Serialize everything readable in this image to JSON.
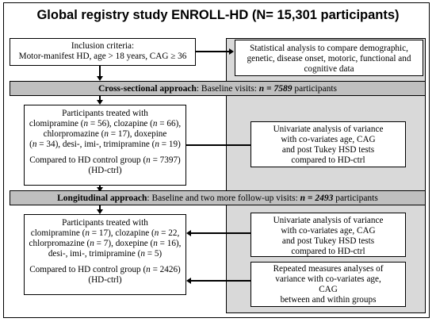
{
  "title": "Global registry study ENROLL-HD (N= 15,301 participants)",
  "inclusion": {
    "line1": "Inclusion criteria:",
    "line2": "Motor-manifest HD, age > 18 years, CAG ≥ 36"
  },
  "statistical": {
    "line1": "Statistical analysis to compare demographic,",
    "line2": "genetic, disease onset, motoric, functional and",
    "line3": "cognitive data"
  },
  "cross_sectional": {
    "band_label": "Cross-sectional approach",
    "band_text": ": Baseline visits: ",
    "band_n": "n = 7589",
    "band_suffix": " participants",
    "participants": {
      "l1": "Participants treated with",
      "l2a": "clomipramine (",
      "l2b": "n",
      "l2c": " = 56), clozapine (",
      "l2d": "n",
      "l2e": " = 66),",
      "l3a": "chlorpromazine (",
      "l3b": "n",
      "l3c": " = 17), doxepine",
      "l4a": "(",
      "l4b": "n",
      "l4c": " = 34), desi-, imi-, trimipramine (",
      "l4d": "n",
      "l4e": " = 19)",
      "l5a": "Compared to HD control group (",
      "l5b": "n",
      "l5c": " = 7397)",
      "l6": "(HD-ctrl)"
    },
    "univariate": {
      "l1": "Univariate analysis of variance",
      "l2": "with co-variates age, CAG",
      "l3": "and post Tukey HSD tests",
      "l4": "compared to HD-ctrl"
    }
  },
  "longitudinal": {
    "band_label": "Longitudinal approach",
    "band_text": ": Baseline and two more follow-up visits: ",
    "band_n": "n = 2493",
    "band_suffix": " participants",
    "participants": {
      "l1": "Participants treated with",
      "l2a": "clomipramine (",
      "l2b": "n",
      "l2c": " = 17), clozapine (",
      "l2d": "n",
      "l2e": " = 22,",
      "l3a": "chlorpromazine (",
      "l3b": "n",
      "l3c": " = 7), doxepine (",
      "l3d": "n",
      "l3e": " = 16),",
      "l4a": "desi-, imi-, trimipramine (",
      "l4b": "n",
      "l4c": " = 5)",
      "l5a": "Compared to HD control group (",
      "l5b": "n",
      "l5c": " = 2426)",
      "l6": "(HD-ctrl)"
    },
    "univariate": {
      "l1": "Univariate analysis of variance",
      "l2": "with co-variates age, CAG",
      "l3": "and post Tukey HSD tests",
      "l4": "compared to HD-ctrl"
    },
    "repeated": {
      "l1": "Repeated measures analyses of",
      "l2": "variance with co-variates age,",
      "l3": "CAG",
      "l4": "between and within groups"
    }
  }
}
